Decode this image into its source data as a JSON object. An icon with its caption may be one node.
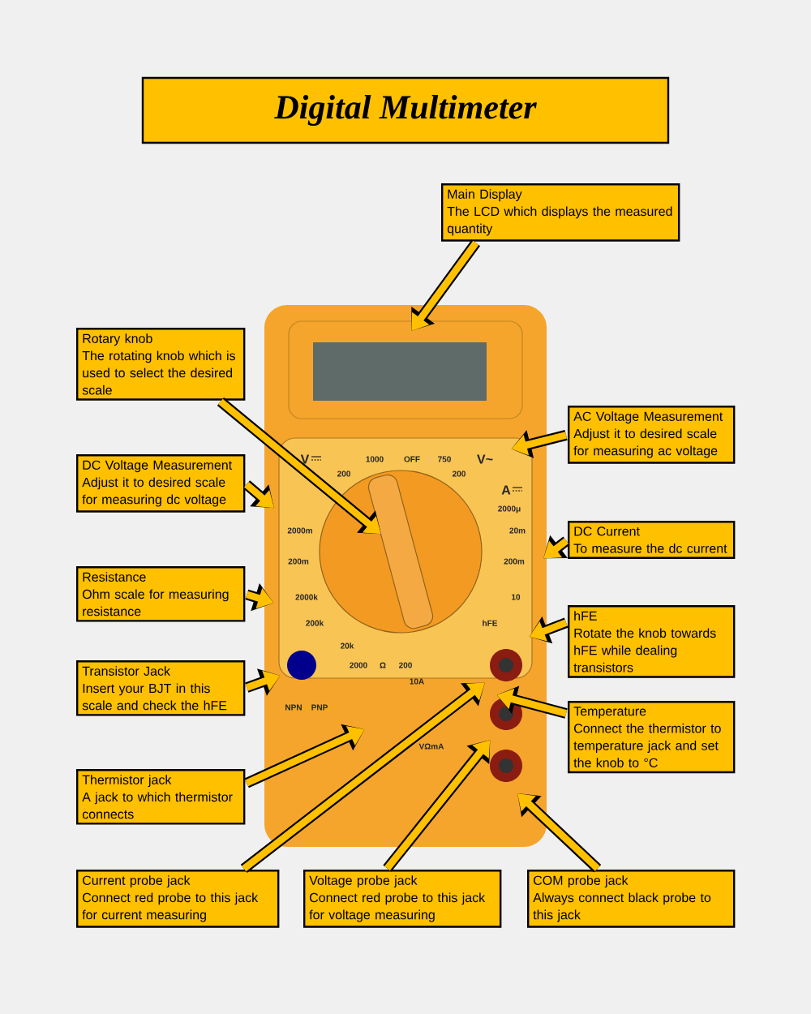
{
  "diagram": {
    "title": "Digital Multimeter",
    "nodes": [
      {
        "text": [
          "Main Display",
          "The LCD which displays the measured quantity"
        ]
      },
      {
        "text": [
          "Rotary knob",
          "The rotating knob which is used to select the desired scale"
        ]
      },
      {
        "text": [
          "DC Voltage Measurement",
          "Adjust it to desired scale for measuring dc voltage"
        ]
      },
      {
        "text": [
          "AC Voltage Measurement",
          "Adjust it to desired scale for measuring ac voltage"
        ]
      },
      {
        "text": [
          "DC Current",
          "To measure the dc current"
        ]
      },
      {
        "text": [
          "Resistance",
          "Ohm scale for measuring resistance"
        ]
      },
      {
        "text": [
          "hFE",
          "Rotate the knob towards hFE while dealing transistors"
        ]
      },
      {
        "text": [
          "Transistor Jack",
          "Insert your BJT in this scale and check the hFE"
        ]
      },
      {
        "text": [
          "Temperature",
          "Connect the thermistor to temperature jack and set the knob to °C"
        ]
      },
      {
        "text": [
          "Thermistor jack",
          "A jack to which thermistor connects"
        ]
      },
      {
        "text": [
          "Current probe jack",
          "Connect red probe to this jack for current measuring"
        ]
      },
      {
        "text": [
          "Voltage probe jack",
          "Connect red probe to this jack for voltage measuring"
        ]
      },
      {
        "text": [
          "COM probe jack",
          "Always connect black probe to this jack"
        ]
      }
    ],
    "edges": [
      {
        "from": 0,
        "to": null,
        "arrow": "to"
      },
      {
        "from": 1,
        "to": null,
        "arrow": "to"
      },
      {
        "from": 2,
        "to": null,
        "arrow": "to"
      },
      {
        "from": 3,
        "to": null,
        "arrow": "to"
      },
      {
        "from": 4,
        "to": null,
        "arrow": "to"
      },
      {
        "from": 5,
        "to": null,
        "arrow": "to"
      },
      {
        "from": 6,
        "to": null,
        "arrow": "to"
      },
      {
        "from": 7,
        "to": null,
        "arrow": "to"
      },
      {
        "from": 8,
        "to": null,
        "arrow": "to"
      },
      {
        "from": 9,
        "to": null,
        "arrow": "to"
      },
      {
        "from": 10,
        "to": null,
        "arrow": "to"
      },
      {
        "from": 11,
        "to": null,
        "arrow": "to"
      },
      {
        "from": 12,
        "to": null,
        "arrow": "to"
      }
    ],
    "labels": [
      "V",
      "1000",
      "OFF",
      "750",
      "V~",
      "200",
      "200",
      "A",
      "2000μ",
      "2000m",
      "20m",
      "200m",
      "200m",
      "2000k",
      "10",
      "200k",
      "hFE",
      "20k",
      "2000",
      "Ω",
      "200",
      "10A",
      "NPN",
      "PNP",
      "VΩmA"
    ]
  }
}
